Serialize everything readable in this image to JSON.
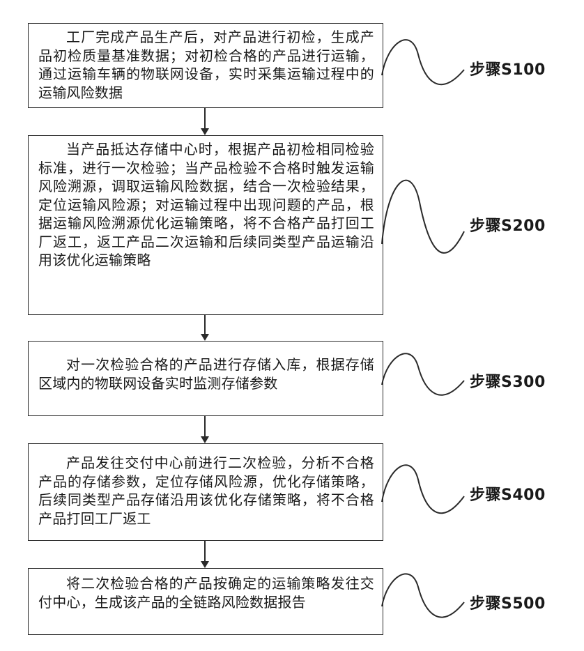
{
  "steps": [
    {
      "text": "工厂完成产品生产后，对产品进行初检，生成产品初检质量基准数据；对初检合格的产品进行运输，通过运输车辆的物联网设备，实时采集运输过程中的运输风险数据",
      "label": "步骤S100"
    },
    {
      "text": "当产品抵达存储中心时，根据产品初检相同检验标准，进行一次检验；当产品检验不合格时触发运输风险溯源，调取运输风险数据，结合一次检验结果，定位运输风险源；对运输过程中出现问题的产品，根据运输风险溯源优化运输策略，将不合格产品打回工厂返工，返工产品二次运输和后续同类型产品运输沿用该优化运输策略",
      "label": "步骤S200"
    },
    {
      "text": "对一次检验合格的产品进行存储入库，根据存储区域内的物联网设备实时监测存储参数",
      "label": "步骤S300"
    },
    {
      "text": "产品发往交付中心前进行二次检验，分析不合格产品的存储参数，定位存储风险源，优化存储策略，后续同类型产品存储沿用该优化存储策略，将不合格产品打回工厂返工",
      "label": "步骤S400"
    },
    {
      "text": "将二次检验合格的产品按确定的运输策略发往交付中心，生成该产品的全链路风险数据报告",
      "label": "步骤S500"
    }
  ]
}
